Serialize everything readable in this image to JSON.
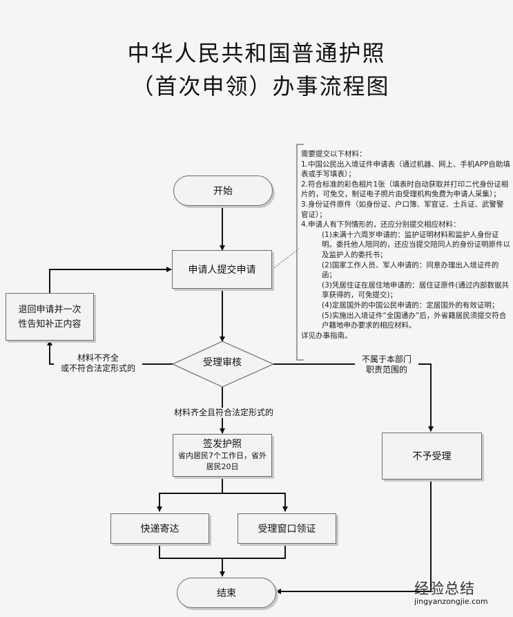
{
  "title": {
    "line1": "中华人民共和国普通护照",
    "line2": "（首次申领）办事流程图"
  },
  "nodes": {
    "start": "开始",
    "apply": "申请人提交申请",
    "review": "受理审核",
    "return": "退回申请并一次性告知补正内容",
    "issue_title": "签发护照",
    "issue_detail": "省内居民7个工作日，省外居民20日",
    "express": "快递寄达",
    "window": "受理窗口领证",
    "reject": "不予受理",
    "end": "结束"
  },
  "edge_labels": {
    "incomplete_1": "材料不齐全",
    "incomplete_2": "或不符合法定形式的",
    "complete": "材料齐全且符合法定形式的",
    "out_of_scope_1": "不属于本部门",
    "out_of_scope_2": "职责范围的"
  },
  "notes": [
    "需要提交以下材料：",
    "1.中国公民出入境证件申请表（通过机器、网上、手机APP自助填表或手写填表）；",
    "2.符合标准的彩色相片1张（填表时自动获取并打印二代身份证相片的，可免交，制证电子照片由受理机构免费为申请人采集）；",
    "3.身份证件原件（如身份证、户口簿、军官证、士兵证、武警警官证）；",
    "4.申请人有下列情形的，还应分别提交相应材料：",
    "(1)未满十六周岁申请的：监护证明材料和监护人身份证明。委托他人陪同的，还应当提交陪同人的身份证明原件以及监护人的委托书；",
    "(2)国家工作人员、军人申请的：同意办理出入境证件的函；",
    "(3)凭居住证在居住地申请的：居住证原件(通过内部数据共享获得的，可免提交)；",
    "(4)定居国外的中国公民申请的：定居国外的有效证明；",
    "(5)实施出入境证件“全国通办”后，外省籍居民须提交符合户籍地申办要求的相应材料。",
    "详见办事指南。"
  ],
  "watermark": {
    "title": "经验总结",
    "url": "jingyanzongjie.com"
  }
}
